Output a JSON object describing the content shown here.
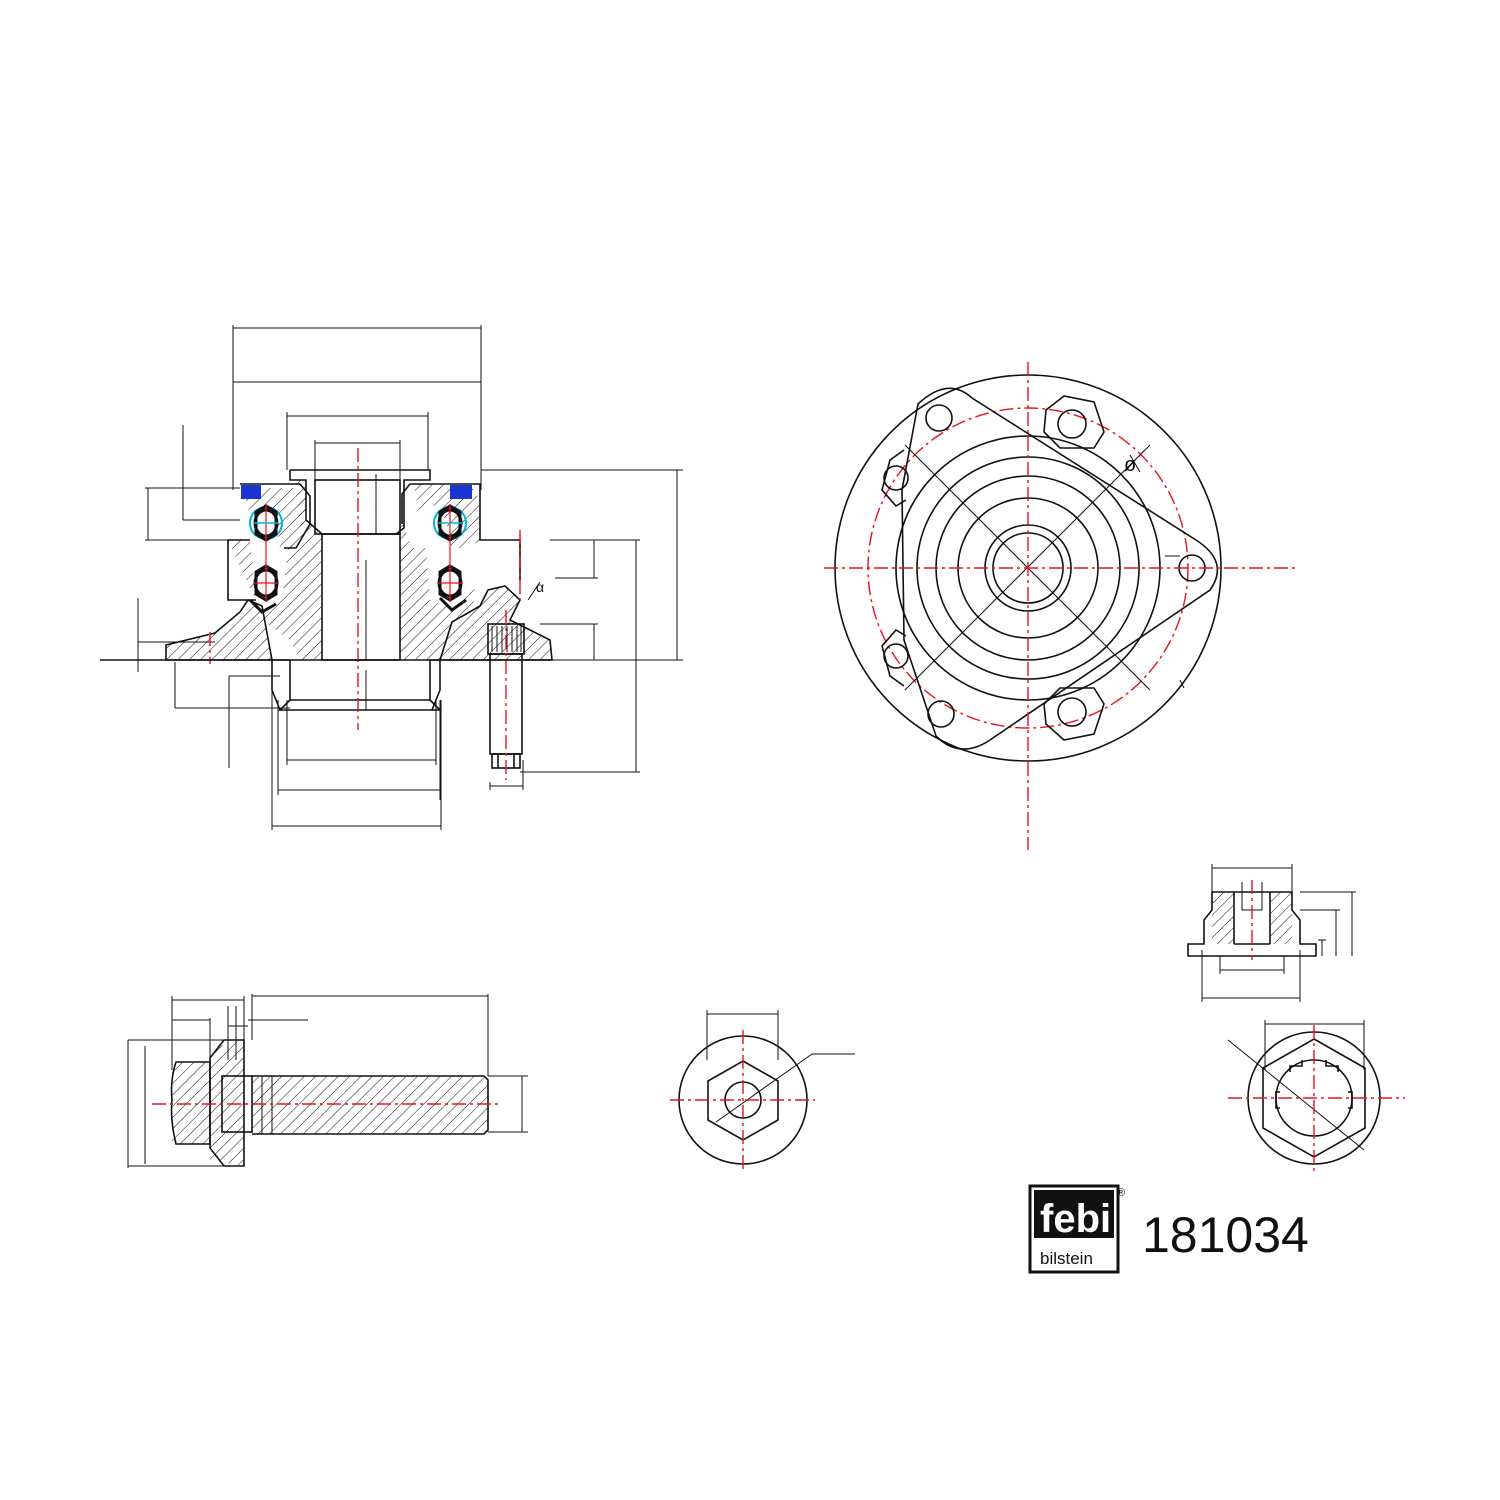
{
  "brand": {
    "logo_text": "febi",
    "logo_subtext": "bilstein",
    "registered_mark": "®"
  },
  "part_number": "181034",
  "drawing_marks": {
    "angle_symbol": "α",
    "diameter_symbol": "ø"
  },
  "colors": {
    "outline": "#111111",
    "center_line": "#e8121b",
    "seal_blue": "#1a35d4",
    "cage_cyan": "#00b7d8"
  }
}
